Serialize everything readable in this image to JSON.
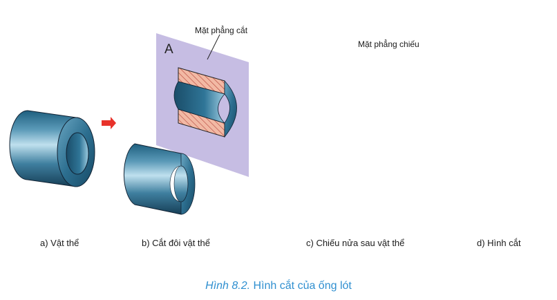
{
  "figure": {
    "callouts": {
      "cutting_plane": "Mặt phẳng cắt",
      "projection_plane": "Mặt phẳng chiếu",
      "plane_letter": "A"
    },
    "steps": [
      {
        "label": "a) Vật thể"
      },
      {
        "label": "b) Cắt đôi vật thể"
      },
      {
        "label": "c) Chiếu nửa sau vật thể"
      },
      {
        "label": "d) Hình cắt"
      }
    ],
    "caption": {
      "number": "Hình 8.2.",
      "title": "Hình cắt của ống lót"
    },
    "colors": {
      "arrow": "#e8322a",
      "cutting_plane": "#c6bde3",
      "projection_plane": "#c5e8f8",
      "section_fill": "#f2b9a4",
      "hatch": "#b5443a",
      "body_dark": "#1e5f7f",
      "body_light": "#9ccbe0",
      "projection_line": "#e0399a"
    }
  }
}
